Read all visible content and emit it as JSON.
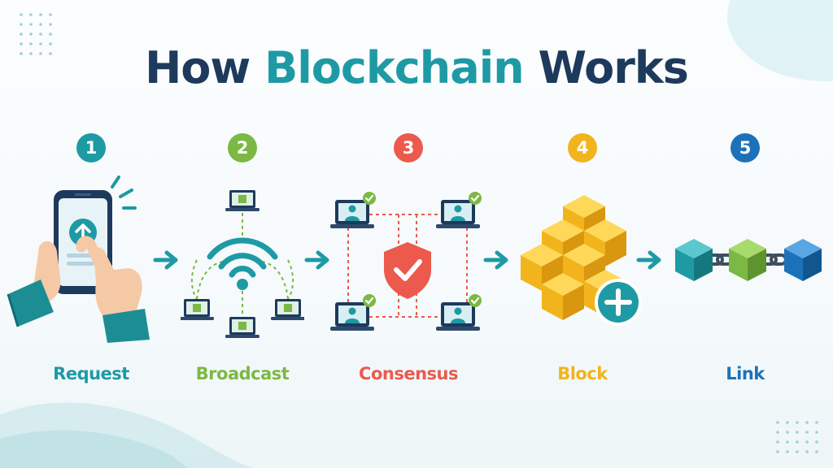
{
  "title": {
    "part1": "How",
    "part2": "Blockchain",
    "part3": "Works"
  },
  "colors": {
    "navy": "#1d3a5c",
    "teal": "#1e9aa5",
    "green": "#7cb844",
    "red": "#eb5a4c",
    "yellow": "#f1b41c",
    "blue": "#1b72b9"
  },
  "steps": [
    {
      "number": "1",
      "label": "Request",
      "color": "#1e9aa5",
      "icon": "phone-upload-icon"
    },
    {
      "number": "2",
      "label": "Broadcast",
      "color": "#7cb844",
      "icon": "wifi-network-icon"
    },
    {
      "number": "3",
      "label": "Consensus",
      "color": "#eb5a4c",
      "icon": "shield-check-icon"
    },
    {
      "number": "4",
      "label": "Block",
      "color": "#f1b41c",
      "icon": "cube-stack-plus-icon"
    },
    {
      "number": "5",
      "label": "Link",
      "color": "#1b72b9",
      "icon": "chain-cubes-icon"
    }
  ]
}
